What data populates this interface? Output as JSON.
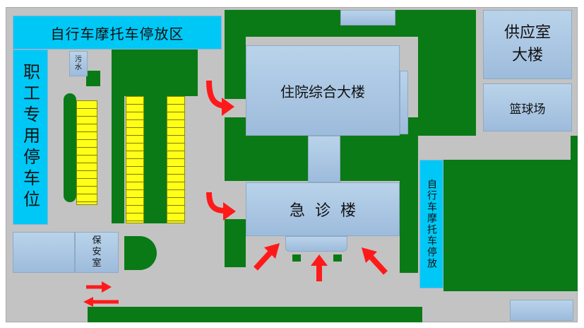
{
  "colors": {
    "ground": "#c3c3c3",
    "greenery": "#0a7a16",
    "bike_zone": "#00c8f6",
    "building": "#aec8e6",
    "parking_stall": "#ffff18",
    "arrow": "#ff1a1a"
  },
  "labels": {
    "bike_zone_top": "自行车摩托车停放区",
    "staff_parking": "职工专用停车位",
    "sewage": "污水",
    "inpatient": "住院综合大楼",
    "emergency": "急  诊  楼",
    "supply": "供应室大楼",
    "basketball": "篮球场",
    "security": "保安室",
    "bike_zone_right": "自行车摩托车停放"
  },
  "legend_icons": {
    "entry_arrow": "arrow-right-icon",
    "exit_arrow": "arrow-left-icon",
    "access_arrow": "arrow-icon"
  }
}
